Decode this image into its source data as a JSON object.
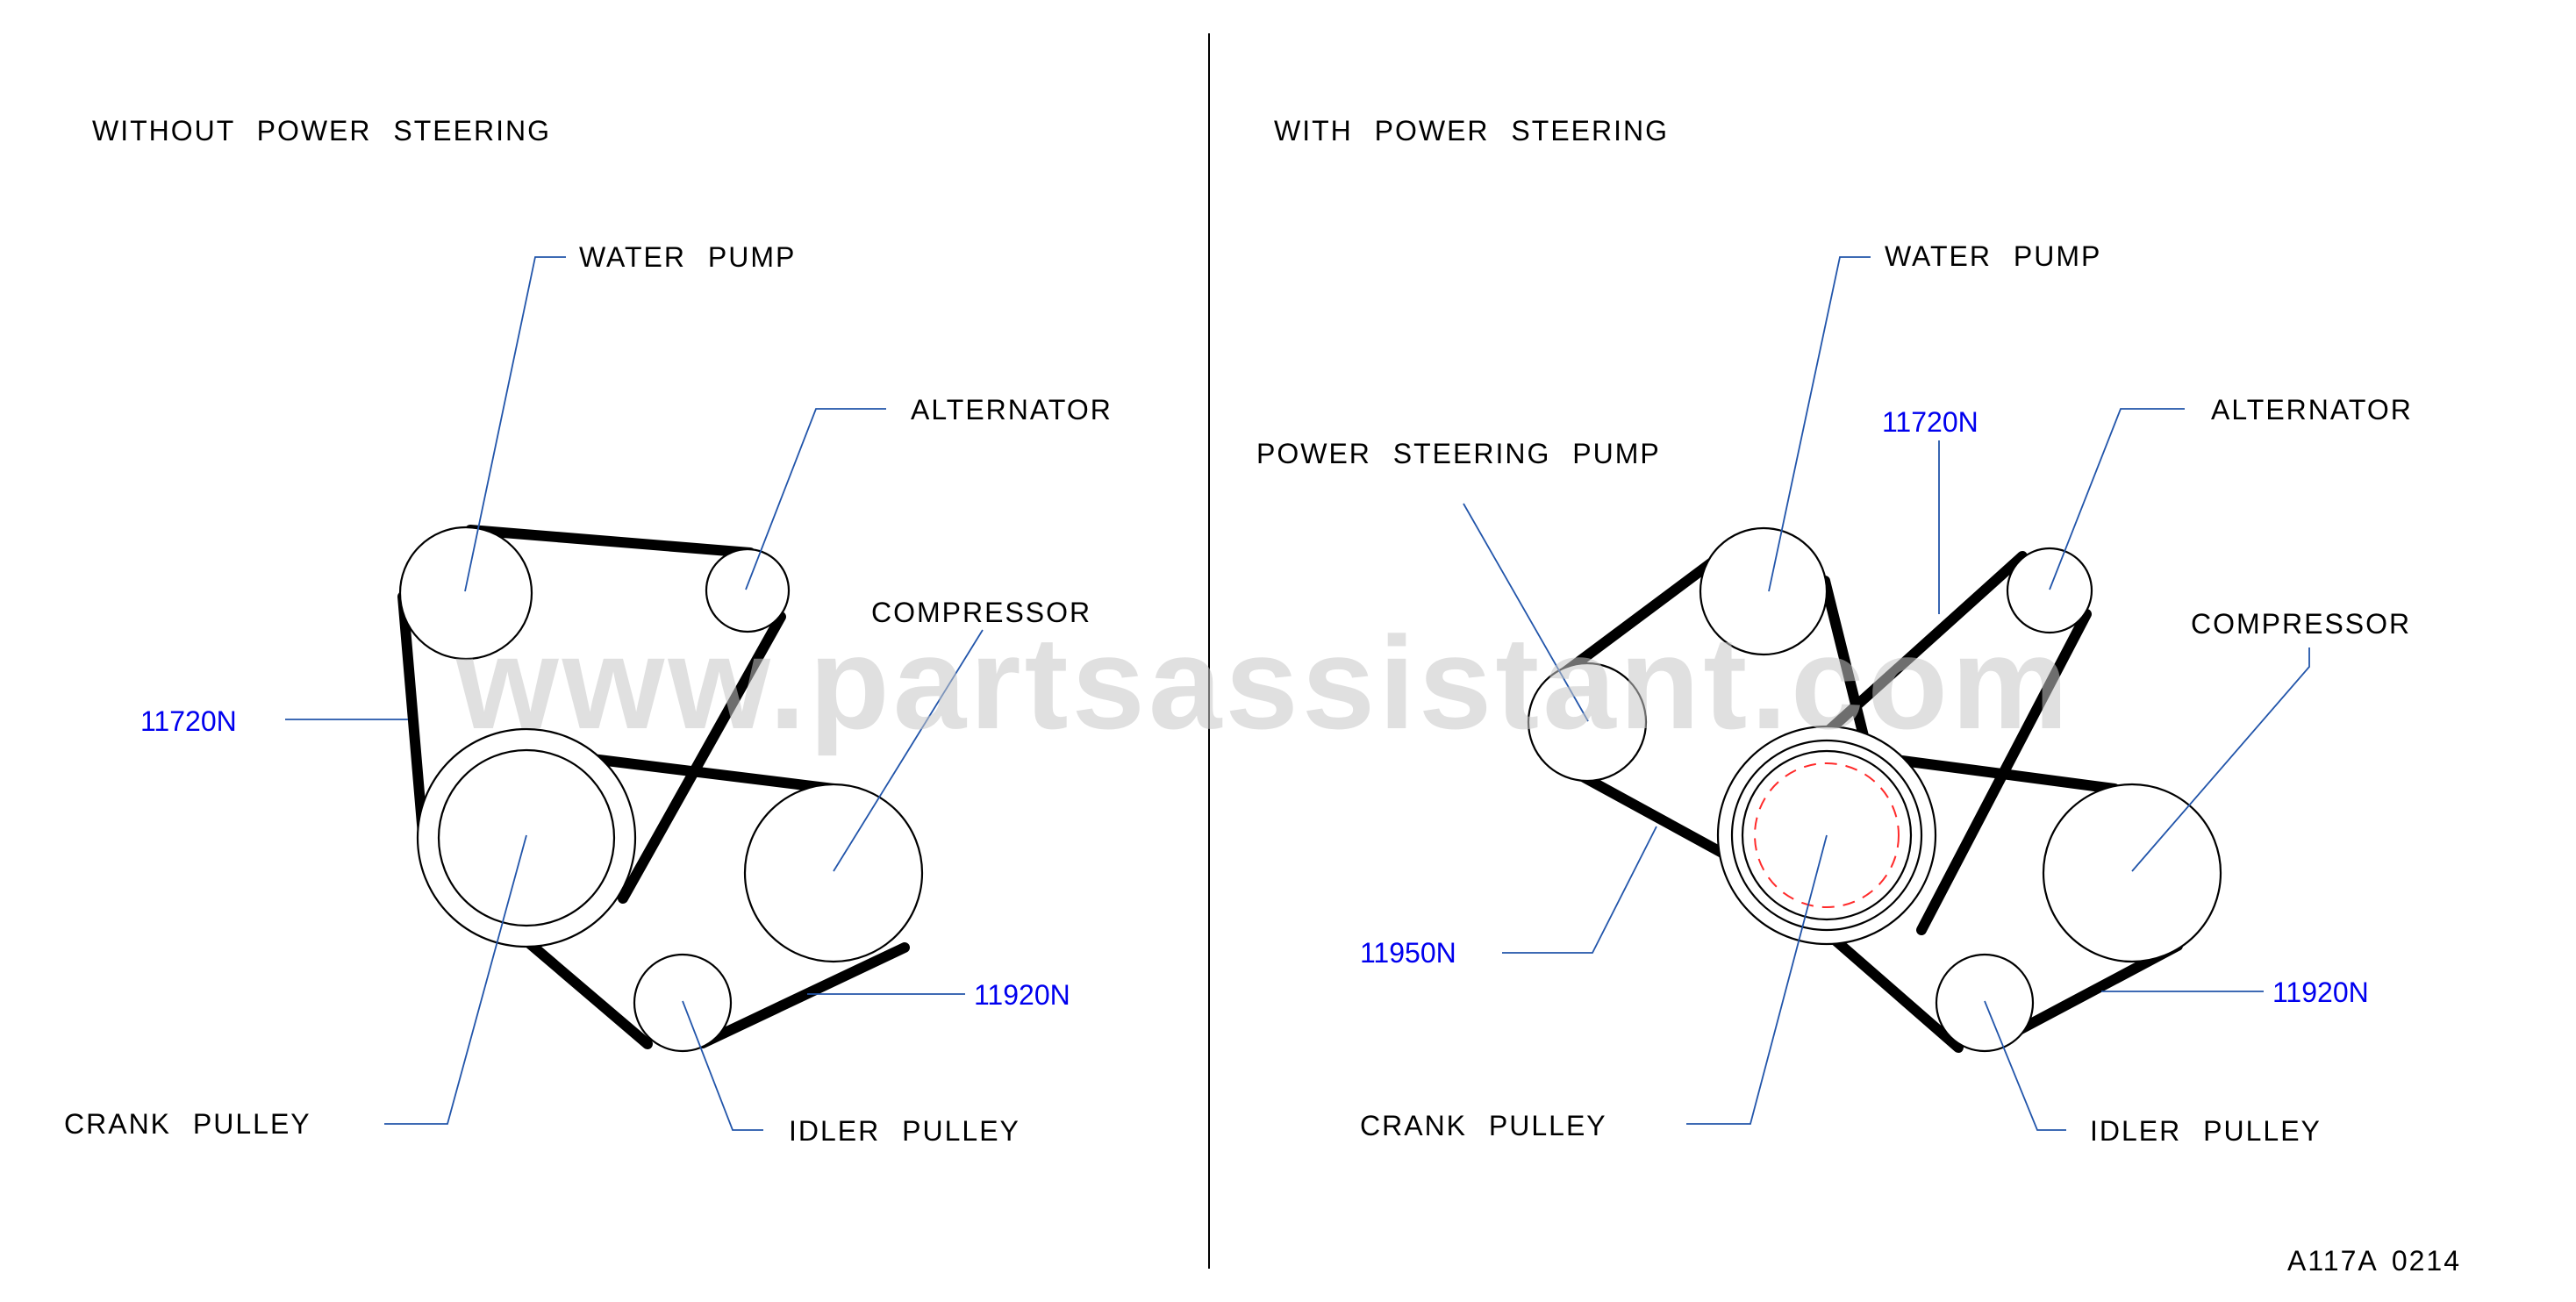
{
  "left_panel": {
    "title": "WITHOUT  POWER  STEERING",
    "labels": {
      "water_pump": "WATER  PUMP",
      "alternator": "ALTERNATOR",
      "compressor": "COMPRESSOR",
      "crank_pulley": "CRANK  PULLEY",
      "idler_pulley": "IDLER  PULLEY"
    },
    "parts": {
      "belt_main": "11720N",
      "belt_compressor": "11920N"
    }
  },
  "right_panel": {
    "title": "WITH  POWER  STEERING",
    "labels": {
      "water_pump": "WATER  PUMP",
      "alternator": "ALTERNATOR",
      "power_steering_pump": "POWER  STEERING  PUMP",
      "compressor": "COMPRESSOR",
      "crank_pulley": "CRANK  PULLEY",
      "idler_pulley": "IDLER  PULLEY"
    },
    "parts": {
      "belt_main": "11720N",
      "belt_ps": "11950N",
      "belt_compressor": "11920N"
    }
  },
  "watermark": "www.partsassistant.com",
  "drawing_code": "A117A  0214",
  "colors": {
    "part_number": "#0000ee",
    "leader": "#2255aa",
    "crank_hub_dashed": "#ff2a2a"
  }
}
